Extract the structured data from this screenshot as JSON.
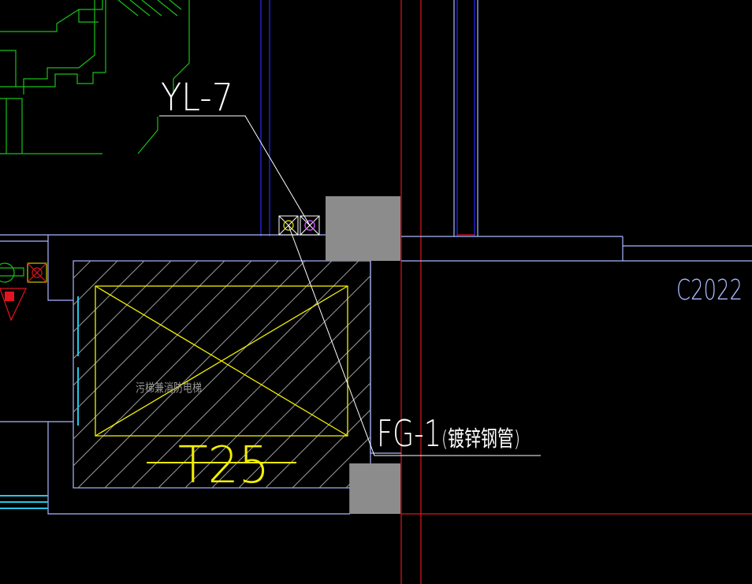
{
  "drawing": {
    "labels": {
      "riser_tag": "YL-7",
      "pipe_tag": "FG-1",
      "pipe_note": "(镀锌钢管)",
      "room_code": "C2022",
      "elevator_label": "污梯兼消防电梯",
      "elevator_size_mark": "T25"
    },
    "colors": {
      "background": "#000000",
      "wall_outline": "#a9b8ff",
      "grid_blue": "#2a2cff",
      "axis_red": "#e3141e",
      "elevator_yellow": "#f4f000",
      "leader_white": "#ffffff",
      "pipe_green": "#18c018",
      "column_fill": "#8c8c8c",
      "door_cyan": "#20c8e8",
      "hatch_gray": "#9a9a9a",
      "marker_magenta": "#d24cff"
    }
  }
}
